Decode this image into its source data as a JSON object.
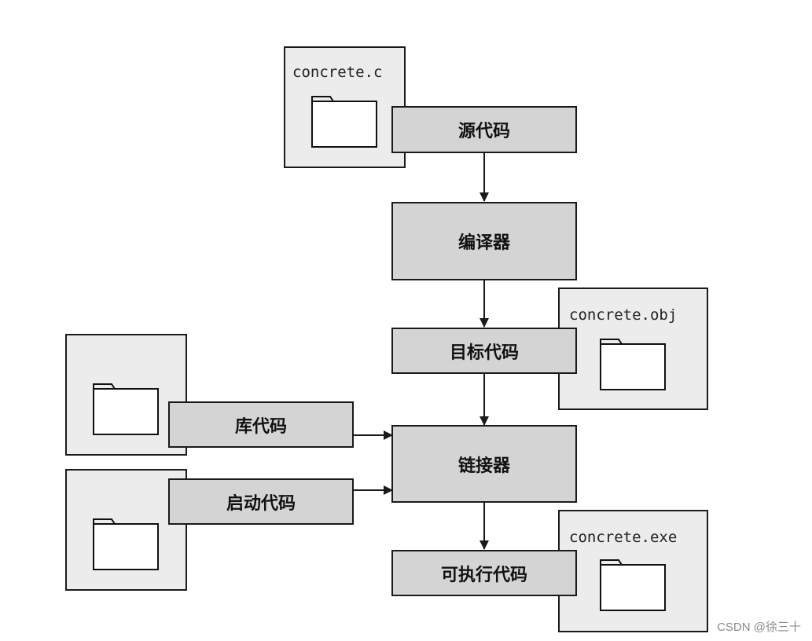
{
  "files": {
    "source_file": "concrete.c",
    "object_file": "concrete.obj",
    "exe_file": "concrete.exe"
  },
  "stages": {
    "source_code": "源代码",
    "compiler": "编译器",
    "object_code": "目标代码",
    "library_code": "库代码",
    "startup_code": "启动代码",
    "linker": "链接器",
    "executable_code": "可执行代码"
  },
  "watermark": "CSDN @徐三十",
  "icons": [
    "folder-icon",
    "arrow-down-icon",
    "arrow-right-icon"
  ]
}
